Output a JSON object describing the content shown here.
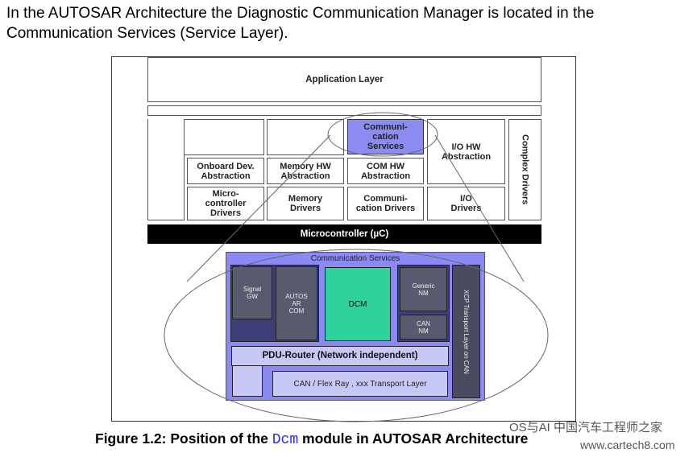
{
  "intro_text": "In the AUTOSAR Architecture the Diagnostic Communication Manager is located in the Communication Services (Service Layer).",
  "layers": {
    "application": "Application Layer",
    "communication_services": "Communi-\ncation\nServices",
    "io_hw_abstraction": "I/O HW\nAbstraction",
    "complex_drivers": "Complex Drivers",
    "onboard_dev_abstraction": "Onboard Dev.\nAbstraction",
    "memory_hw_abstraction": "Memory HW\nAbstraction",
    "com_hw_abstraction": "COM HW\nAbstraction",
    "microcontroller_drivers": "Micro-\ncontroller\nDrivers",
    "memory_drivers": "Memory\nDrivers",
    "communication_drivers": "Communi-\ncation Drivers",
    "io_drivers": "I/O\nDrivers",
    "microcontroller": "Microcontroller (µC)"
  },
  "detail": {
    "title": "Communication Services",
    "signal_gw": "Signal\nGW",
    "autosar_com": "AUTOS\nAR\nCOM",
    "dcm": "DCM",
    "generic_nm": "Generic\nNM",
    "can_nm": "CAN\nNM",
    "xcp": "XCP Transport Layer on CAN",
    "pdu_router": "PDU-Router (Network independent)",
    "transport_layer": "CAN / Flex Ray , xxx  Transport Layer"
  },
  "caption": {
    "prefix": "Figure 1.2: Position of the ",
    "module": "Dcm",
    "suffix": " module in AUTOSAR Architecture"
  },
  "watermark": {
    "line1": "OS与AI 中国汽车工程师之家",
    "line2": "www.cartech8.com"
  },
  "colors": {
    "highlight": "#8c8cf0",
    "detail_bg": "#8a8af2",
    "dcm": "#2ed39a",
    "dark_box": "#5a5a6e"
  }
}
